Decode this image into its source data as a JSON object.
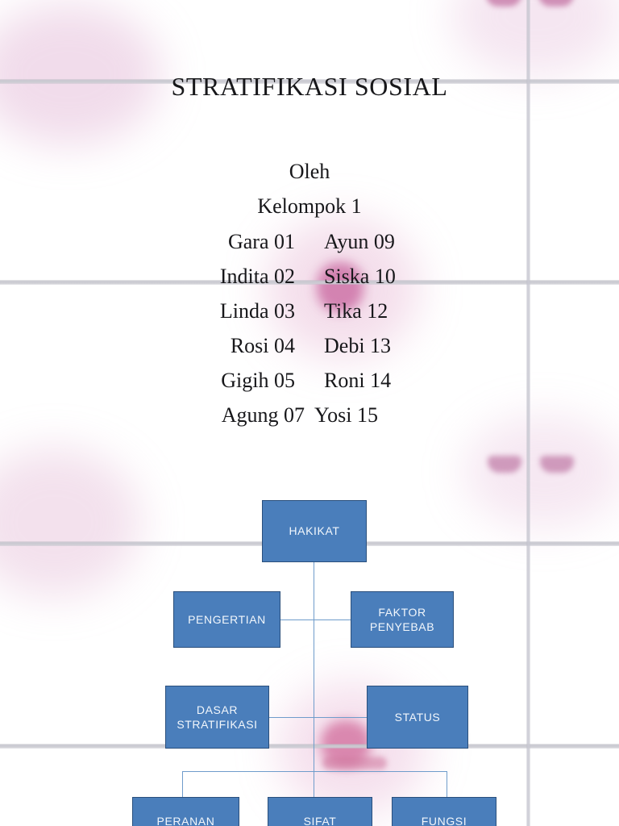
{
  "slide": {
    "title": "STRATIFIKASI SOSIAL",
    "byline": "Oleh",
    "group": "Kelompok 1"
  },
  "roster": [
    {
      "left": "Gara 01",
      "right": "Ayun 09"
    },
    {
      "left": "Indita 02",
      "right": "Siska 10"
    },
    {
      "left": "Linda 03",
      "right": "Tika 12"
    },
    {
      "left": "Rosi 04",
      "right": "Debi 13"
    },
    {
      "left": "Gigih 05",
      "right": "Roni 14"
    },
    {
      "left": "Agung 07",
      "right": "Yosi 15"
    }
  ],
  "chart_data": {
    "type": "diagram",
    "title": "STRATIFIKASI SOSIAL",
    "orientation": "top-down",
    "node_fill": "#4a7ebb",
    "node_border": "#2a4f7c",
    "node_text_color": "#f2f7fc",
    "connector_color": "#6f9ccb",
    "nodes": [
      {
        "id": "hakikat",
        "label": "HAKIKAT",
        "level": 0
      },
      {
        "id": "pengertian",
        "label": "PENGERTIAN",
        "level": 1
      },
      {
        "id": "faktor",
        "label": "FAKTOR PENYEBAB",
        "level": 1
      },
      {
        "id": "dasar",
        "label": "DASAR STRATIFIKASI",
        "level": 2
      },
      {
        "id": "status",
        "label": "STATUS",
        "level": 2
      },
      {
        "id": "peranan",
        "label": "PERANAN",
        "level": 3
      },
      {
        "id": "sifat",
        "label": "SIFAT",
        "level": 3
      },
      {
        "id": "fungsi",
        "label": "FUNGSI",
        "level": 3
      }
    ],
    "edges": [
      {
        "from": "hakikat",
        "to": "pengertian"
      },
      {
        "from": "hakikat",
        "to": "faktor"
      },
      {
        "from": "hakikat",
        "to": "dasar"
      },
      {
        "from": "hakikat",
        "to": "status"
      },
      {
        "from": "hakikat",
        "to": "peranan"
      },
      {
        "from": "hakikat",
        "to": "sifat"
      },
      {
        "from": "hakikat",
        "to": "fungsi"
      }
    ]
  },
  "chart_labels": {
    "hakikat": "HAKIKAT",
    "pengertian": "PENGERTIAN",
    "faktor_line1": "FAKTOR",
    "faktor_line2": "PENYEBAB",
    "dasar_line1": "DASAR",
    "dasar_line2": "STRATIFIKASI",
    "status": "STATUS",
    "peranan": "PERANAN",
    "sifat": "SIFAT",
    "fungsi": "FUNGSI"
  }
}
